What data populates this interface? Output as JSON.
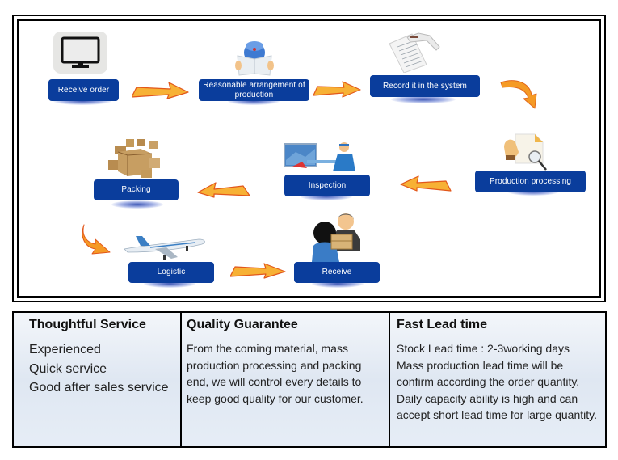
{
  "flow": {
    "steps": [
      {
        "label": "Receive order",
        "icon": "computer-monitor-icon"
      },
      {
        "label": "Reasonable arrangement of production",
        "icon": "worker-reading-plan-icon"
      },
      {
        "label": "Record it in the system",
        "icon": "document-record-icon"
      },
      {
        "label": "Production processing",
        "icon": "processing-approval-icon"
      },
      {
        "label": "Inspection",
        "icon": "inspector-computer-icon"
      },
      {
        "label": "Packing",
        "icon": "cardboard-boxes-icon"
      },
      {
        "label": "Logistic",
        "icon": "airplane-icon"
      },
      {
        "label": "Receive",
        "icon": "delivery-handover-icon"
      }
    ],
    "colors": {
      "label_bg": "#0a3d9c",
      "arrow": "#f5a623",
      "arrow_edge": "#e2571b"
    }
  },
  "features": [
    {
      "title": "Thoughtful Service",
      "items": [
        "Experienced",
        "Quick service",
        "Good after sales service"
      ]
    },
    {
      "title": "Quality Guarantee",
      "body": "From the coming material, mass production processing and packing end, we will control every details to keep good quality for our customer."
    },
    {
      "title": "Fast Lead time",
      "lines": [
        "Stock Lead time : 2-3working days",
        "Mass production lead time will be confirm according the order quantity.",
        "Daily capacity ability is high and can accept short lead time for large quantity."
      ]
    }
  ]
}
